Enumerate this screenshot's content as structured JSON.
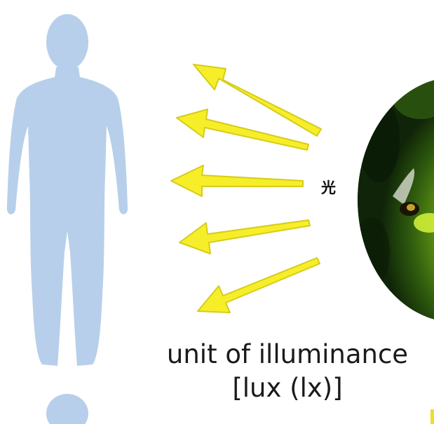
{
  "colors": {
    "figure": "#b7cfea",
    "arrow_fill": "#f7ee2a",
    "arrow_stroke": "#d7cf1c",
    "firefly_bg": "#183a0c",
    "firefly_glow": "#9bd21c"
  },
  "icons": {
    "person": "person-silhouette-icon",
    "firefly": "firefly-photo"
  },
  "light_label": "光",
  "caption": {
    "line1": "unit of illuminance",
    "line2": "[lux (lx)]"
  }
}
